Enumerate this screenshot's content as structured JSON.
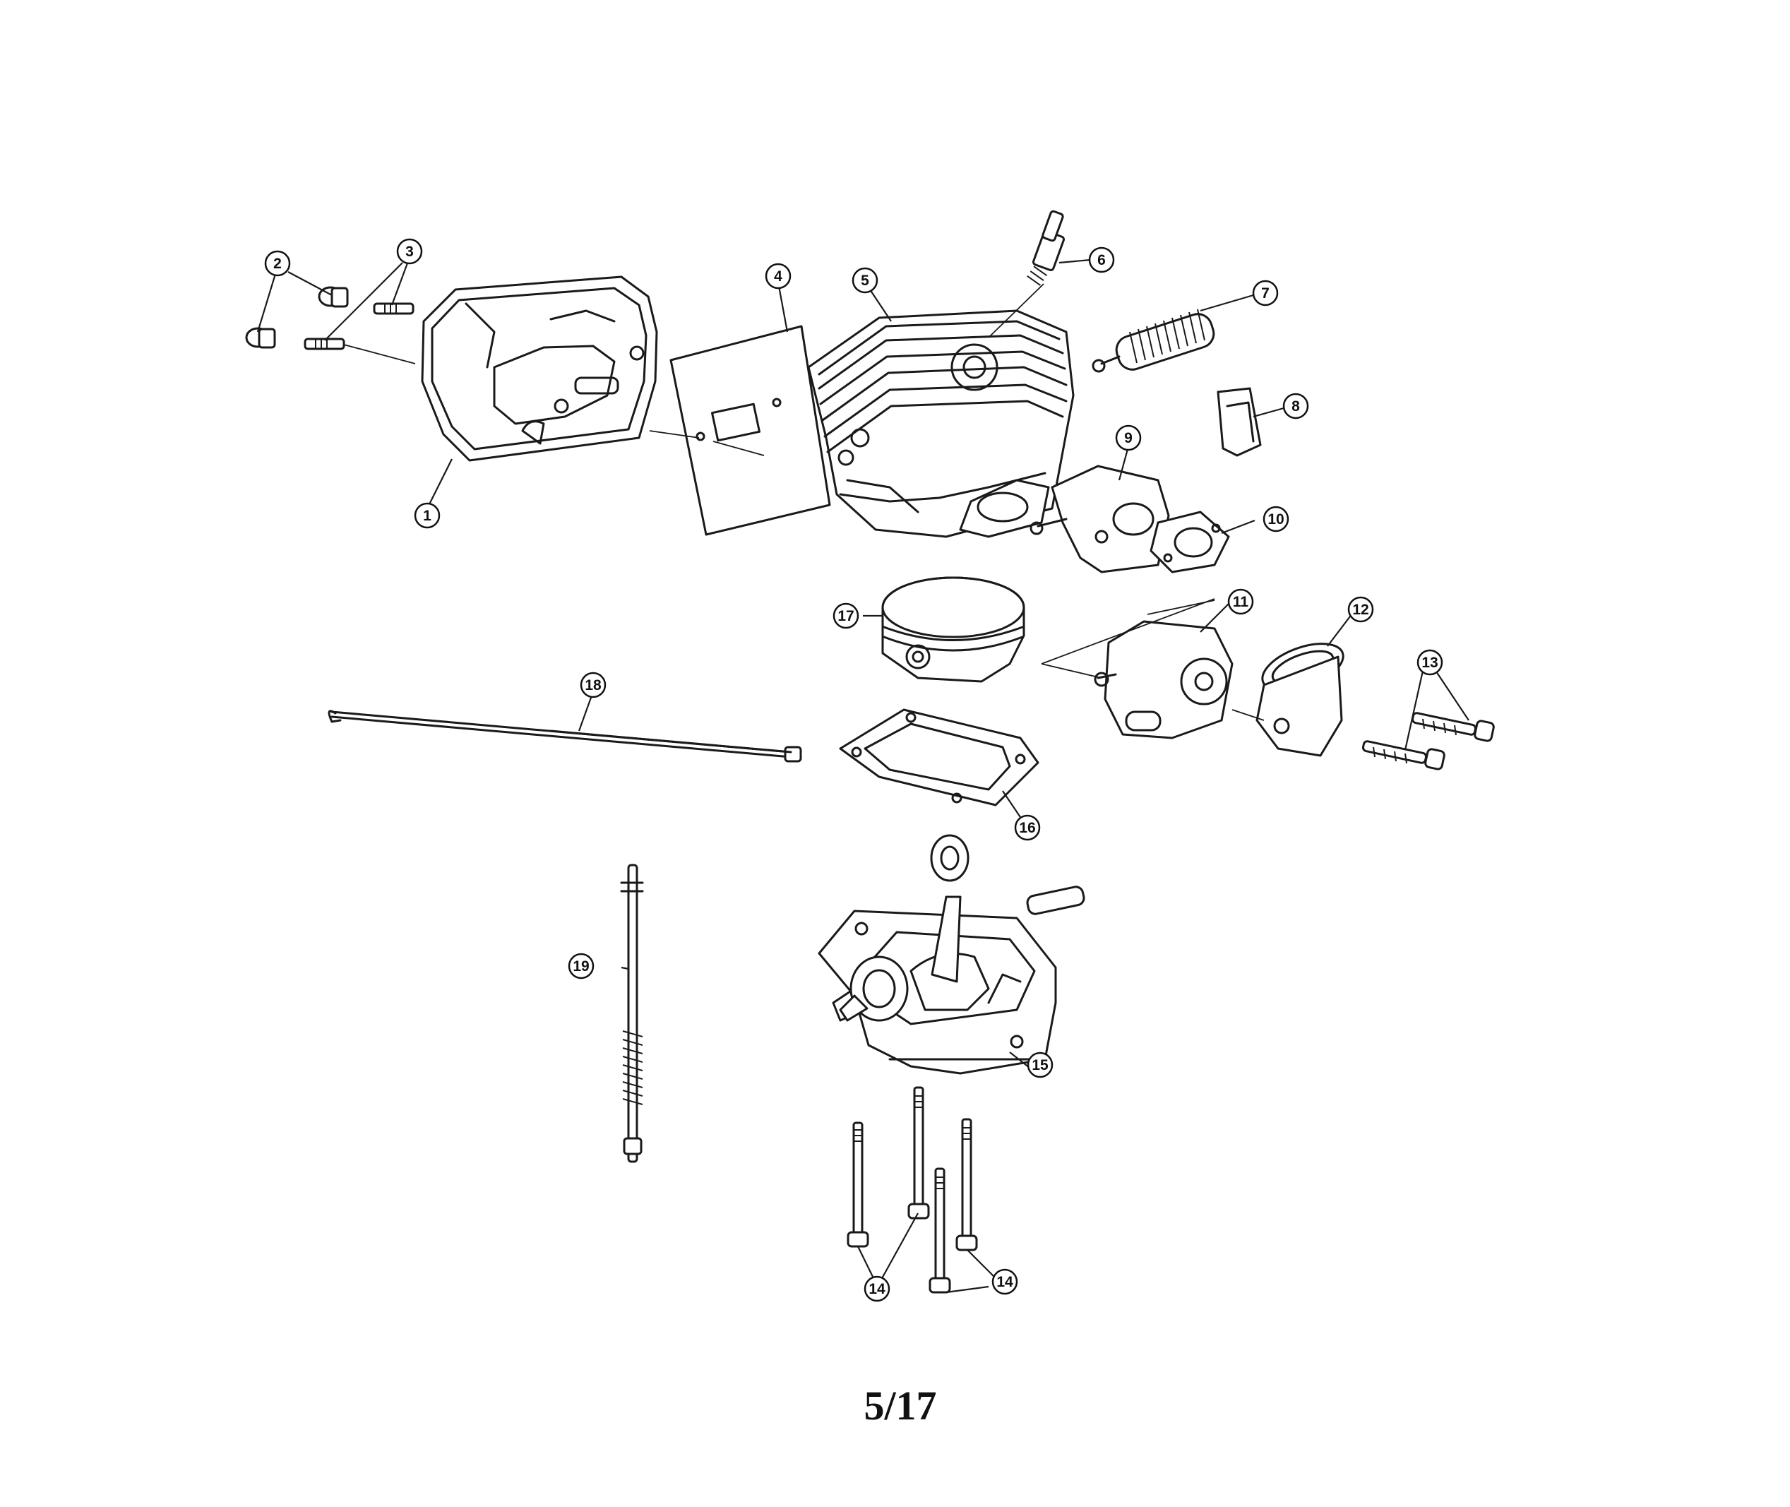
{
  "callouts": [
    {
      "number": "1"
    },
    {
      "number": "2"
    },
    {
      "number": "3"
    },
    {
      "number": "4"
    },
    {
      "number": "5"
    },
    {
      "number": "6"
    },
    {
      "number": "7"
    },
    {
      "number": "8"
    },
    {
      "number": "9"
    },
    {
      "number": "10"
    },
    {
      "number": "11"
    },
    {
      "number": "12"
    },
    {
      "number": "13"
    },
    {
      "number": "14"
    },
    {
      "number": "14"
    },
    {
      "number": "15"
    },
    {
      "number": "16"
    },
    {
      "number": "17"
    },
    {
      "number": "18"
    },
    {
      "number": "19"
    }
  ],
  "page_number": "5/17"
}
